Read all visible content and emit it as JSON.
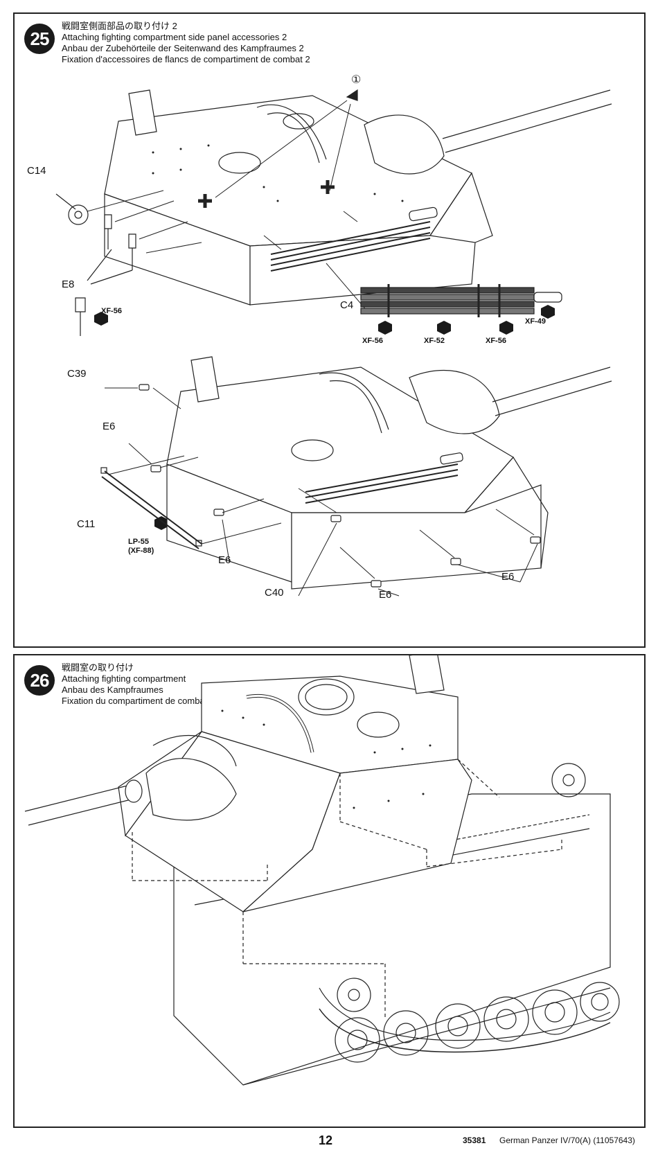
{
  "step25": {
    "number": "25",
    "title_jp": "戦闘室側面部品の取り付け 2",
    "title_en": "Attaching fighting compartment side panel accessories 2",
    "title_de": "Anbau der Zubehörteile der Seitenwand des Kampfraumes 2",
    "title_fr": "Fixation d'accessoires de flancs de compartiment de combat 2",
    "parts": {
      "c14": "C14",
      "e8": "E8",
      "c4": "C4",
      "c39": "C39",
      "e6_a": "E6",
      "c11": "C11",
      "e6_b": "E6",
      "c40": "C40",
      "e6_c": "E6",
      "e6_d": "E6"
    },
    "paints": {
      "xf56_bolt": "XF-56",
      "xf56_a": "XF-56",
      "xf52": "XF-52",
      "xf56_b": "XF-56",
      "xf49": "XF-49",
      "lp55": "LP-55",
      "xf88": "(XF-88)"
    },
    "marker": "①"
  },
  "step26": {
    "number": "26",
    "title_jp": "戦闘室の取り付け",
    "title_en": "Attaching fighting compartment",
    "title_de": "Anbau des Kampfraumes",
    "title_fr": "Fixation du compartiment de combat"
  },
  "footer": {
    "page_number": "12",
    "kit_code": "35381",
    "kit_name": "German Panzer IV/70(A) (11057643)"
  }
}
